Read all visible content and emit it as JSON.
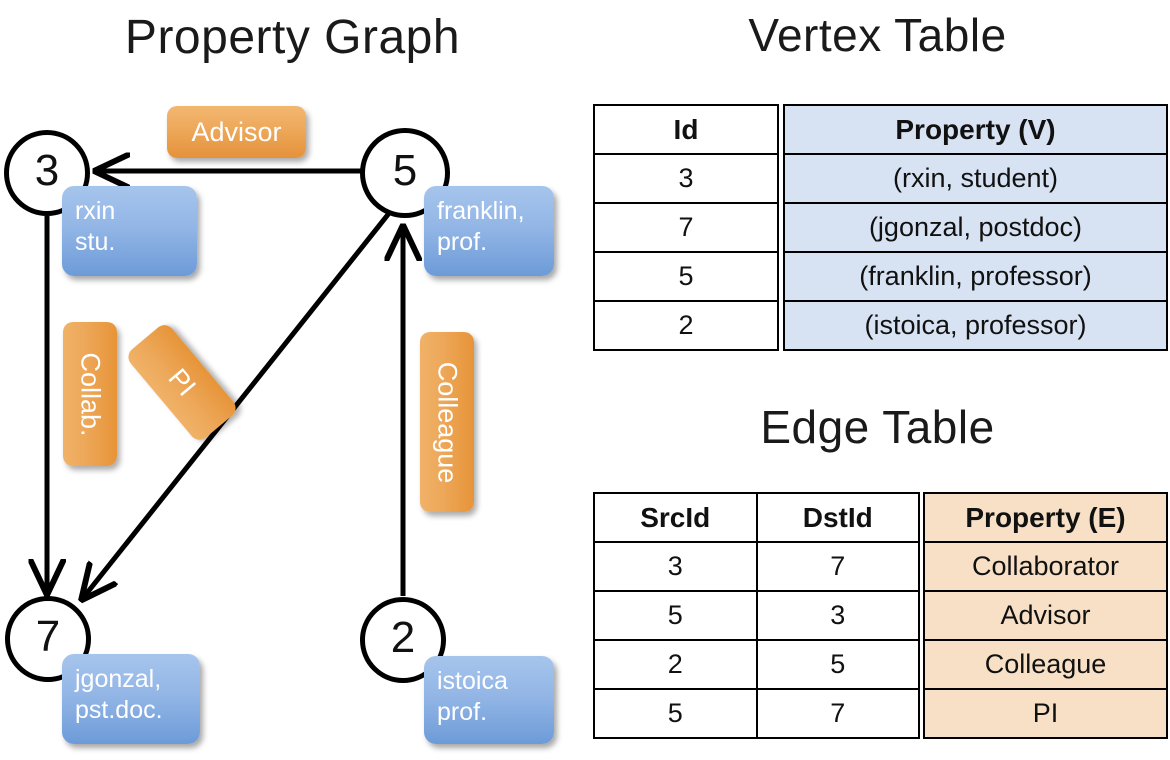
{
  "titles": {
    "graph": "Property Graph",
    "vertex_table": "Vertex Table",
    "edge_table": "Edge Table"
  },
  "colors": {
    "vertex_cell": "#d7e2f2",
    "edge_cell": "#f7e0c6",
    "vertex_box": "#93b6e6",
    "edge_box": "#eda85a",
    "stroke": "#000000"
  },
  "graph": {
    "nodes": [
      {
        "id": "3",
        "property": "rxin\nstu.",
        "label_line1": "rxin",
        "label_line2": "stu."
      },
      {
        "id": "5",
        "property": "franklin, prof.",
        "label_line1": "franklin,",
        "label_line2": "prof."
      },
      {
        "id": "7",
        "property": "jgonzal, pst.doc.",
        "label_line1": "jgonzal,",
        "label_line2": "pst.doc."
      },
      {
        "id": "2",
        "property": "istoica prof.",
        "label_line1": "istoica",
        "label_line2": "prof."
      }
    ],
    "edges": [
      {
        "src": "5",
        "dst": "3",
        "label": "Advisor",
        "orientation": "horizontal"
      },
      {
        "src": "3",
        "dst": "7",
        "label": "Collab.",
        "orientation": "vertical"
      },
      {
        "src": "5",
        "dst": "7",
        "label": "PI",
        "orientation": "diagonal"
      },
      {
        "src": "2",
        "dst": "5",
        "label": "Colleague",
        "orientation": "vertical"
      }
    ]
  },
  "chart_data": {
    "type": "diagram",
    "title": "Property Graph",
    "nodes": [
      "3",
      "5",
      "7",
      "2"
    ],
    "edges": [
      {
        "from": "5",
        "to": "3",
        "label": "Advisor"
      },
      {
        "from": "3",
        "to": "7",
        "label": "Collab."
      },
      {
        "from": "5",
        "to": "7",
        "label": "PI"
      },
      {
        "from": "2",
        "to": "5",
        "label": "Colleague"
      }
    ]
  },
  "vertex_table": {
    "headers": [
      "Id",
      "Property (V)"
    ],
    "rows": [
      {
        "id": "3",
        "property": "(rxin, student)"
      },
      {
        "id": "7",
        "property": "(jgonzal, postdoc)"
      },
      {
        "id": "5",
        "property": "(franklin, professor)"
      },
      {
        "id": "2",
        "property": "(istoica, professor)"
      }
    ]
  },
  "edge_table": {
    "headers": [
      "SrcId",
      "DstId",
      "Property (E)"
    ],
    "rows": [
      {
        "src": "3",
        "dst": "7",
        "property": "Collaborator"
      },
      {
        "src": "5",
        "dst": "3",
        "property": "Advisor"
      },
      {
        "src": "2",
        "dst": "5",
        "property": "Colleague"
      },
      {
        "src": "5",
        "dst": "7",
        "property": "PI"
      }
    ]
  }
}
